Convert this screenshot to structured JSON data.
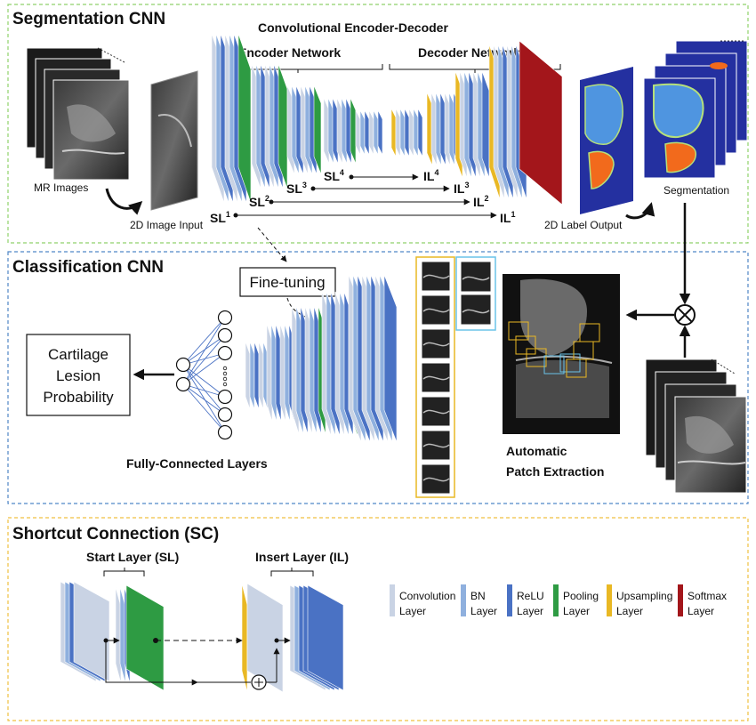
{
  "segmentation": {
    "title": "Segmentation CNN",
    "encoder_decoder_title": "Convolutional Encoder-Decoder",
    "encoder_label": "Encoder Network",
    "decoder_label": "Decoder Network",
    "mr_images_label": "MR Images",
    "image_input_label": "2D Image Input",
    "label_output_label": "2D Label Output",
    "segmentation_label": "Segmentation",
    "start_layers": [
      {
        "base": "SL",
        "sup": "1"
      },
      {
        "base": "SL",
        "sup": "2"
      },
      {
        "base": "SL",
        "sup": "3"
      },
      {
        "base": "SL",
        "sup": "4"
      }
    ],
    "insert_layers": [
      {
        "base": "IL",
        "sup": "1"
      },
      {
        "base": "IL",
        "sup": "2"
      },
      {
        "base": "IL",
        "sup": "3"
      },
      {
        "base": "IL",
        "sup": "4"
      }
    ]
  },
  "classification": {
    "title": "Classification CNN",
    "fine_tuning_label": "Fine-tuning",
    "output_lines": [
      "Cartilage",
      "Lesion",
      "Probability"
    ],
    "fc_label": "Fully-Connected Layers",
    "patch_label_lines": [
      "Automatic",
      "Patch Extraction"
    ]
  },
  "shortcut": {
    "title": "Shortcut Connection (SC)",
    "start_layer_label": "Start Layer (SL)",
    "insert_layer_label": "Insert Layer (IL)"
  },
  "legend": [
    {
      "label1": "Convolution",
      "label2": "Layer",
      "color": "#c9d3e4",
      "icon": "convolution-layer-swatch"
    },
    {
      "label1": "BN",
      "label2": "Layer",
      "color": "#8fb0de",
      "icon": "bn-layer-swatch"
    },
    {
      "label1": "ReLU",
      "label2": "Layer",
      "color": "#4a72c4",
      "icon": "relu-layer-swatch"
    },
    {
      "label1": "Pooling",
      "label2": "Layer",
      "color": "#2e9b43",
      "icon": "pooling-layer-swatch"
    },
    {
      "label1": "Upsampling",
      "label2": "Layer",
      "color": "#e9b824",
      "icon": "upsampling-layer-swatch"
    },
    {
      "label1": "Softmax",
      "label2": "Layer",
      "color": "#a3161b",
      "icon": "softmax-layer-swatch"
    }
  ],
  "colors": {
    "segmentation_border": "#8fd16a",
    "classification_border": "#4f86c6",
    "shortcut_border": "#f0c040",
    "conv": "#c9d3e4",
    "bn": "#8fb0de",
    "relu": "#4a72c4",
    "pool": "#2e9b43",
    "upsample": "#e9b824",
    "softmax": "#a3161b",
    "label_bg": "#2430a0",
    "label_femur": "#4f95e0",
    "label_tibia": "#f26a1c",
    "label_cartilage": "#b6e07a"
  }
}
